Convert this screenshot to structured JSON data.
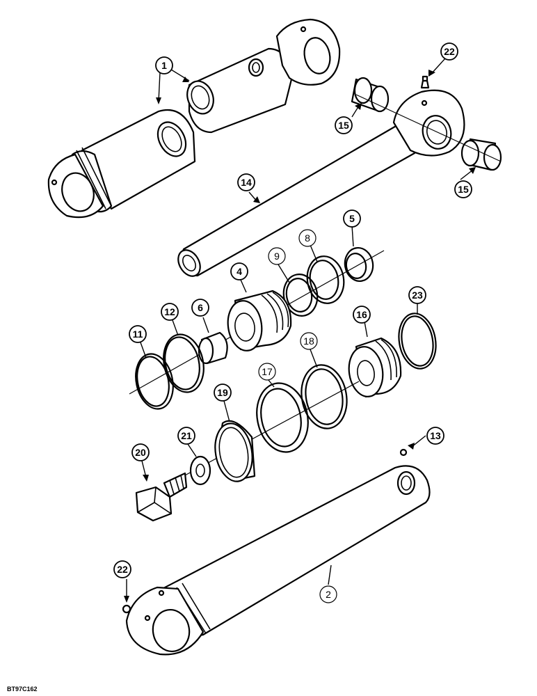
{
  "figure_code": "BT97C162",
  "callouts": [
    {
      "id": "1",
      "label": "1"
    },
    {
      "id": "22a",
      "label": "22"
    },
    {
      "id": "15a",
      "label": "15"
    },
    {
      "id": "15b",
      "label": "15"
    },
    {
      "id": "14",
      "label": "14"
    },
    {
      "id": "5",
      "label": "5"
    },
    {
      "id": "8",
      "label": "8"
    },
    {
      "id": "9",
      "label": "9"
    },
    {
      "id": "4",
      "label": "4"
    },
    {
      "id": "23",
      "label": "23"
    },
    {
      "id": "12",
      "label": "12"
    },
    {
      "id": "6",
      "label": "6"
    },
    {
      "id": "11",
      "label": "11"
    },
    {
      "id": "16",
      "label": "16"
    },
    {
      "id": "18",
      "label": "18"
    },
    {
      "id": "17",
      "label": "17"
    },
    {
      "id": "19",
      "label": "19"
    },
    {
      "id": "21",
      "label": "21"
    },
    {
      "id": "20",
      "label": "20"
    },
    {
      "id": "13",
      "label": "13"
    },
    {
      "id": "2",
      "label": "2"
    },
    {
      "id": "22b",
      "label": "22"
    }
  ]
}
